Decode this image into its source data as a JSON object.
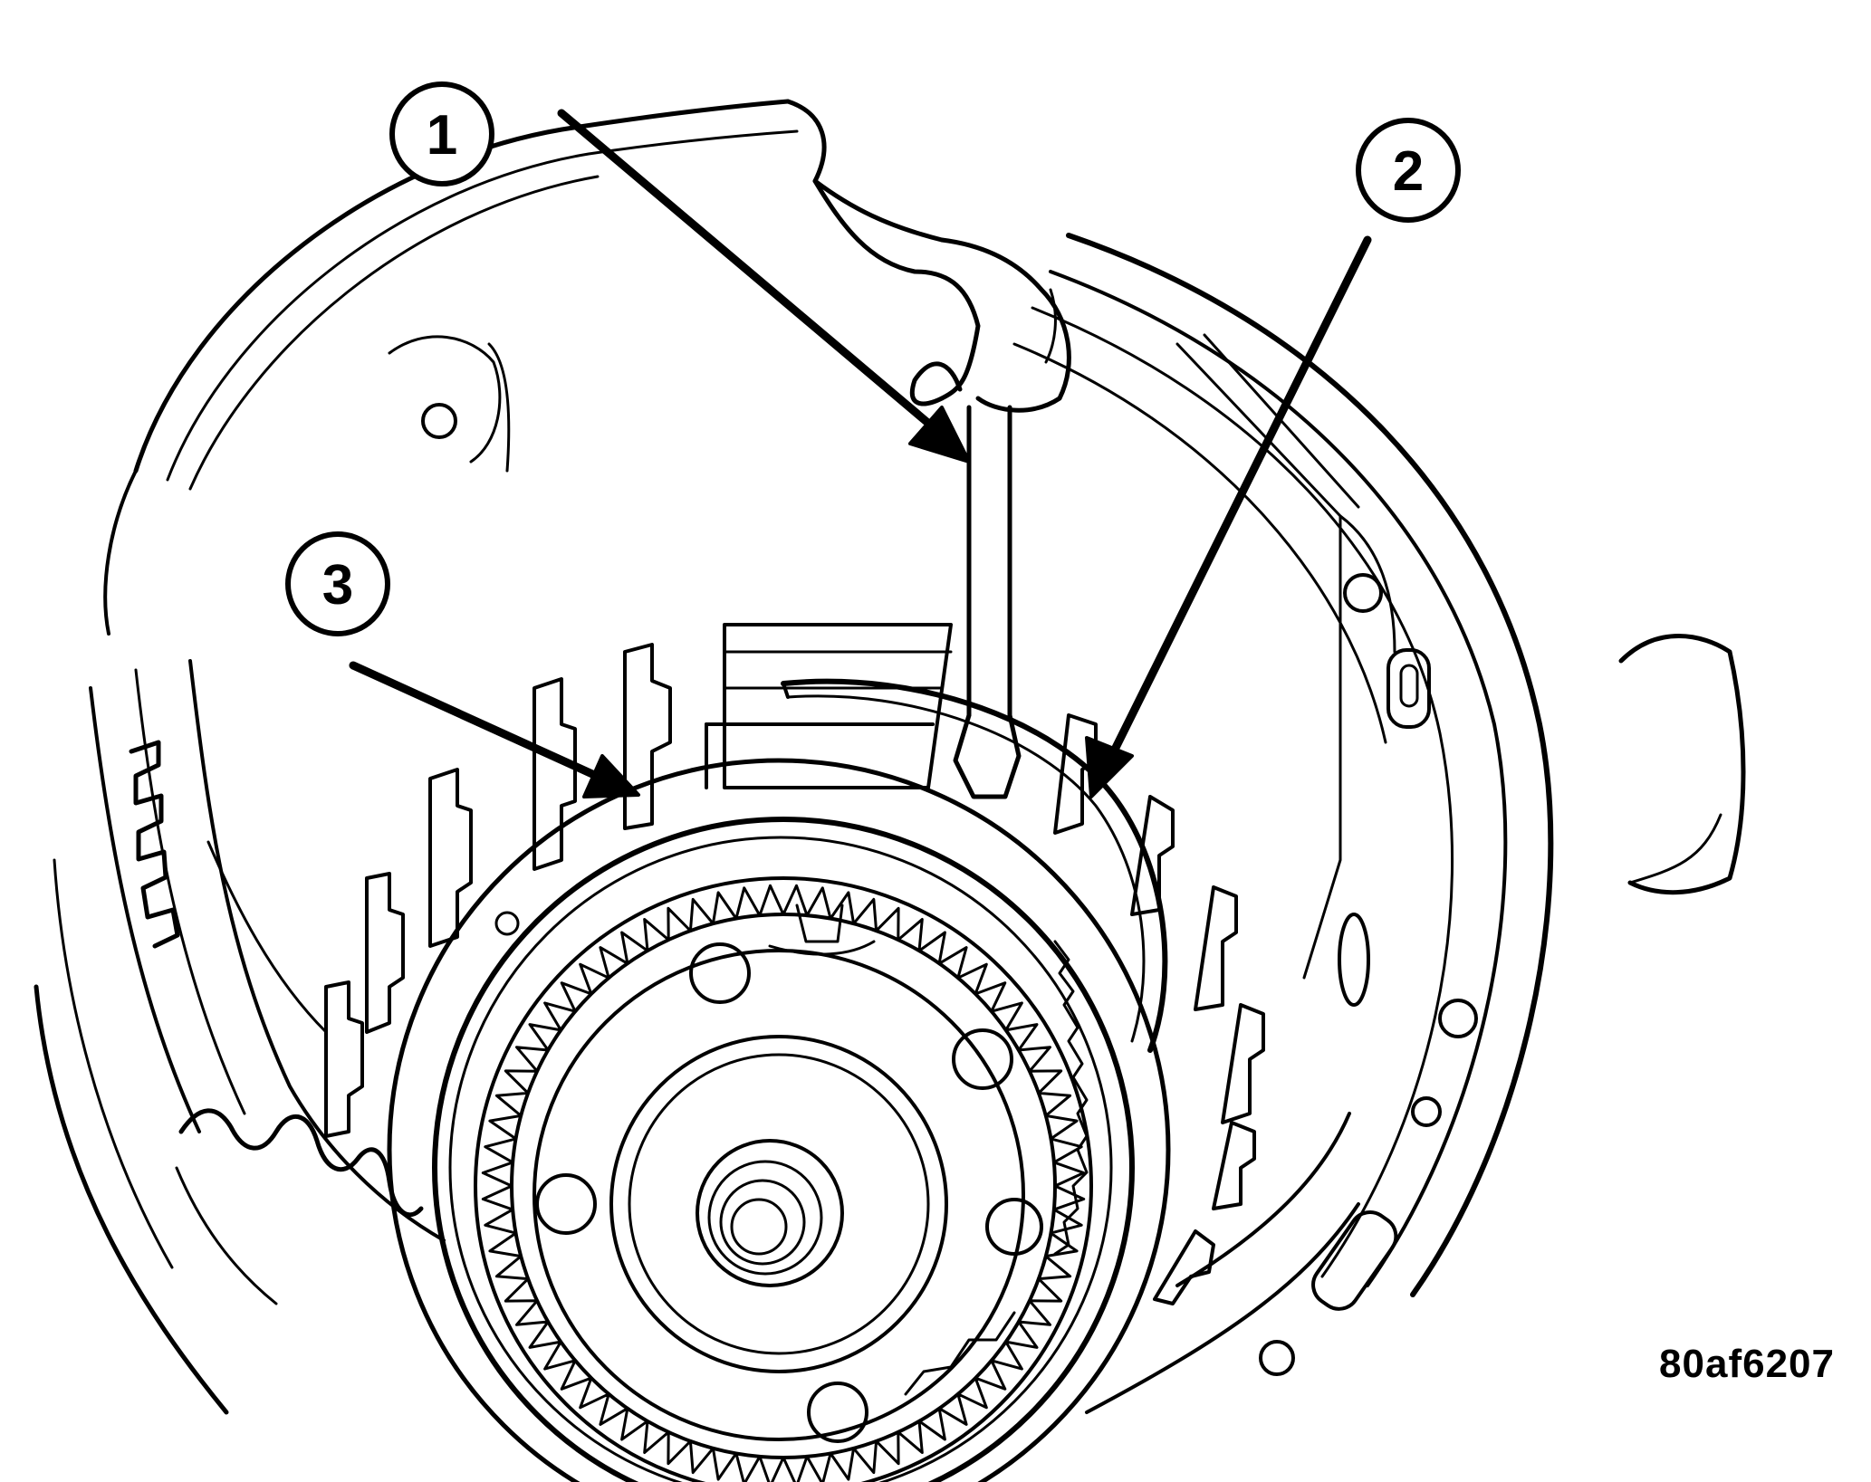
{
  "callouts": [
    {
      "number": "1"
    },
    {
      "number": "2"
    },
    {
      "number": "3"
    }
  ],
  "figure_id": "80af6207",
  "colors": {
    "ink": "#000000",
    "paper": "#ffffff"
  }
}
